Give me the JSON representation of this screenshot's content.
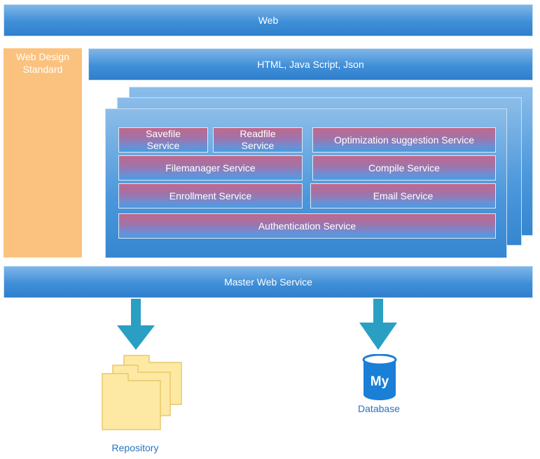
{
  "web": {
    "label": "Web"
  },
  "client_tech": {
    "label": "HTML, Java Script, Json"
  },
  "standard": {
    "line1": "Web Design",
    "line2": "Standard"
  },
  "services": {
    "savefile": {
      "line1": "Savefile",
      "line2": "Service"
    },
    "readfile": {
      "line1": "Readfile",
      "line2": "Service"
    },
    "optimization": "Optimization suggestion Service",
    "filemanager": "Filemanager Service",
    "compile": "Compile Service",
    "enrollment": "Enrollment Service",
    "email": "Email Service",
    "authentication": "Authentication Service"
  },
  "master": {
    "label": "Master Web Service"
  },
  "repository": {
    "label": "Repository"
  },
  "database": {
    "label": "Database",
    "icon_text": "My"
  },
  "colors": {
    "bar_blue": "#3f8fd8",
    "standard_orange": "#fbc27f",
    "arrow_teal": "#2a9fc3",
    "folder_yellow": "#fde9a4",
    "db_blue": "#1a7fd6",
    "caption_blue": "#2a72c4"
  }
}
